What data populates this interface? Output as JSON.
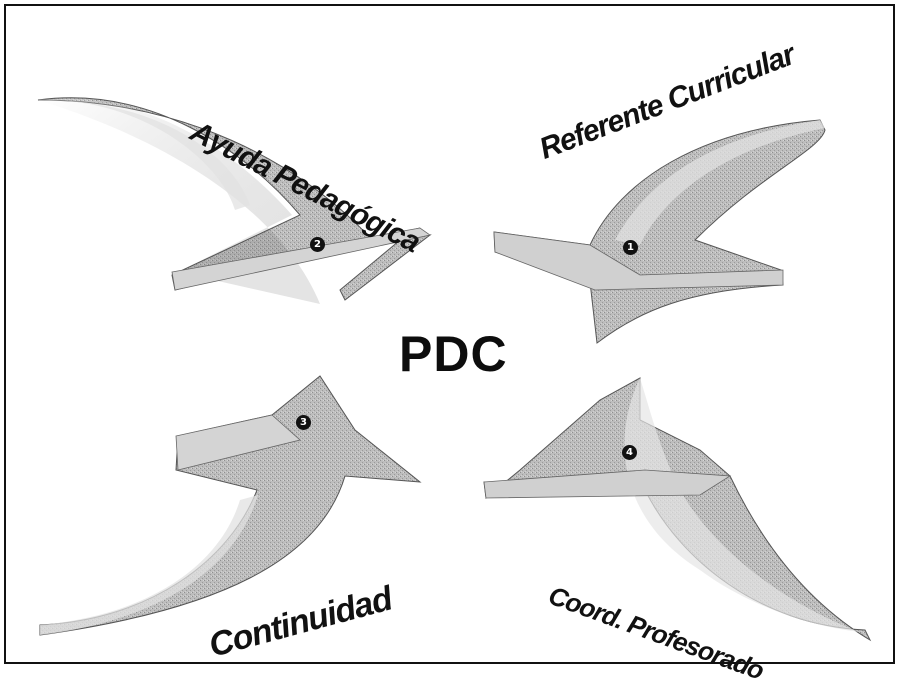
{
  "diagram": {
    "center_label": "PDC",
    "arrows": [
      {
        "position": "top-left",
        "number": "2",
        "label": "Ayuda Pedagógica"
      },
      {
        "position": "top-right",
        "number": "1",
        "label": "Referente Curricular"
      },
      {
        "position": "bottom-left",
        "number": "3",
        "label": "Continuidad"
      },
      {
        "position": "bottom-right",
        "number": "4",
        "label": "Coord. Profesorado"
      }
    ],
    "colors": {
      "arrow_fill": "#b3b3b3",
      "arrow_light": "#d9d9d9",
      "outline": "#111111"
    }
  }
}
